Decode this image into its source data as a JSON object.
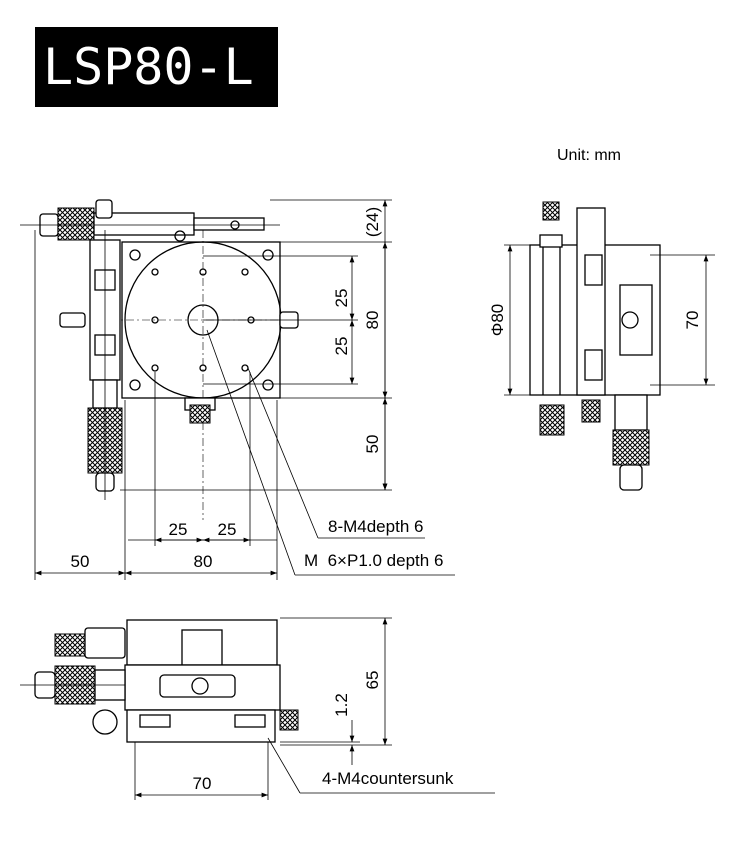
{
  "title": "LSP80-L",
  "unit": "Unit: mm",
  "top_view": {
    "dim_24": "(24)",
    "dim_25a": "25",
    "dim_80_v": "80",
    "dim_25b": "25",
    "dim_50_v": "50",
    "dim_25c": "25",
    "dim_25d": "25",
    "dim_50_h": "50",
    "dim_80_h": "80",
    "note_holes": "8-M4depth 6",
    "note_center": "M  6×P1.0 depth 6"
  },
  "side_view": {
    "dim_phi80": "Φ80",
    "dim_70": "70"
  },
  "front_view": {
    "dim_65": "65",
    "dim_1_2": "1.2",
    "dim_70": "70",
    "note_mount": "4-M4countersunk"
  }
}
